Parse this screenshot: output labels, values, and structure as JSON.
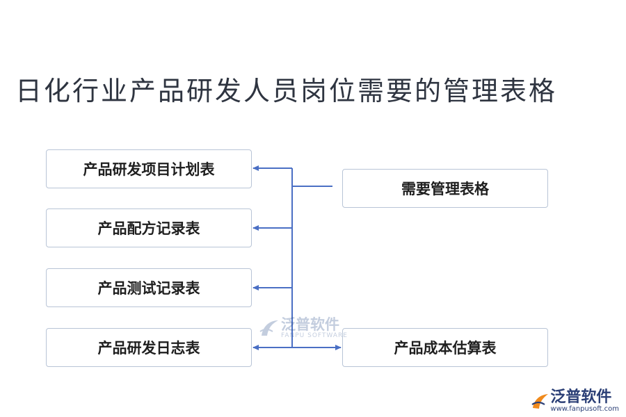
{
  "title": "日化行业产品研发人员岗位需要的管理表格",
  "source_node": {
    "label": "需要管理表格"
  },
  "left_nodes": [
    {
      "label": "产品研发项目计划表"
    },
    {
      "label": "产品配方记录表"
    },
    {
      "label": "产品测试记录表"
    },
    {
      "label": "产品研发日志表"
    }
  ],
  "right_nodes": [
    {
      "label": "产品成本估算表"
    }
  ],
  "colors": {
    "connector": "#4a6fc4",
    "box_border": "#b8c4d6",
    "logo_orange": "#f08a1c",
    "logo_blue": "#2b3f76"
  },
  "watermark": {
    "name": "泛普软件",
    "sub": "FANPU SOFTWARE"
  },
  "logo": {
    "name": "泛普软件",
    "url": "www.fanpusoft.com",
    "icon": "fanpu-logo-icon"
  }
}
